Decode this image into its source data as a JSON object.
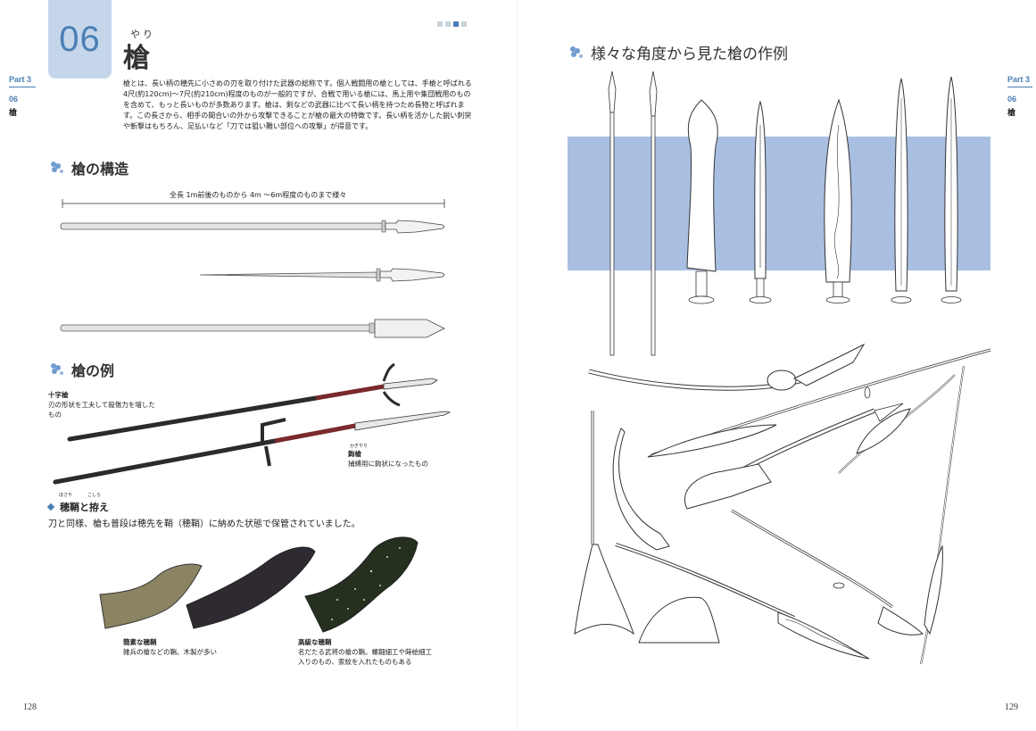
{
  "left_page": {
    "chapter_number": "06",
    "title": "槍",
    "title_ruby": "やり",
    "side_tab": {
      "part": "Part 3",
      "number": "06",
      "topic": "槍"
    },
    "intro_text": "槍とは、長い柄の穂先に小さめの刃を取り付けた武器の総称です。個人戦闘用の槍としては、手槍と呼ばれる4尺(約120cm)〜7尺(約210cm)程度のものが一般的ですが、合戦で用いる槍には、馬上用や集団戦用のものを含めて、もっと長いものが多数あります。槍は、剣などの武器に比べて長い柄を持つため長物と呼ばれます。この長さから、相手の間合いの外から攻撃できることが槍の最大の特徴です。長い柄を活かした鋭い刺突や斬撃はもちろん、足払いなど「刀では狙い難い部位への攻撃」が得意です。",
    "section1": {
      "heading": "槍の構造",
      "dimension_label": "全長 1m前後のものから 4m 〜6m程度のものまで様々"
    },
    "section2": {
      "heading": "槍の例",
      "jumonji_title": "十字槍",
      "jumonji_desc": "刃の形状を工夫して殺傷力を増したもの",
      "kagiyari_ruby": "かぎやり",
      "kagiyari_title": "鉤槍",
      "kagiyari_desc": "捕縛用に鉤状になったもの"
    },
    "section3": {
      "subhead": "穂鞘と拵え",
      "ruby_hosaya": "ほさや",
      "ruby_koshirae": "こしら",
      "desc": "刀と同様、槍も普段は穂先を鞘（穂鞘）に納めた状態で保管されていました。",
      "plain_title": "簡素な穂鞘",
      "plain_desc": "雑兵の槍などの鞘。木製が多い",
      "luxury_title": "高級な穂鞘",
      "luxury_desc1": "名だたる武将の槍の鞘。螺鈿細工や蒔絵細工",
      "luxury_desc2": "入りのもの、家紋を入れたものもある"
    },
    "page_number": "128"
  },
  "right_page": {
    "heading": "様々な角度から見た槍の作例",
    "side_tab": {
      "part": "Part 3",
      "number": "06",
      "topic": "槍"
    },
    "page_number": "129"
  },
  "colors": {
    "accent": "#4a7fb5",
    "tab_bg": "#c5d6ea",
    "panel_blue": "#a9bfe2",
    "shaft_dark": "#2b2b2b",
    "shaft_red": "#7a2a2a"
  },
  "icons": [
    "flower-bullet-icon",
    "diamond-bullet-icon"
  ]
}
